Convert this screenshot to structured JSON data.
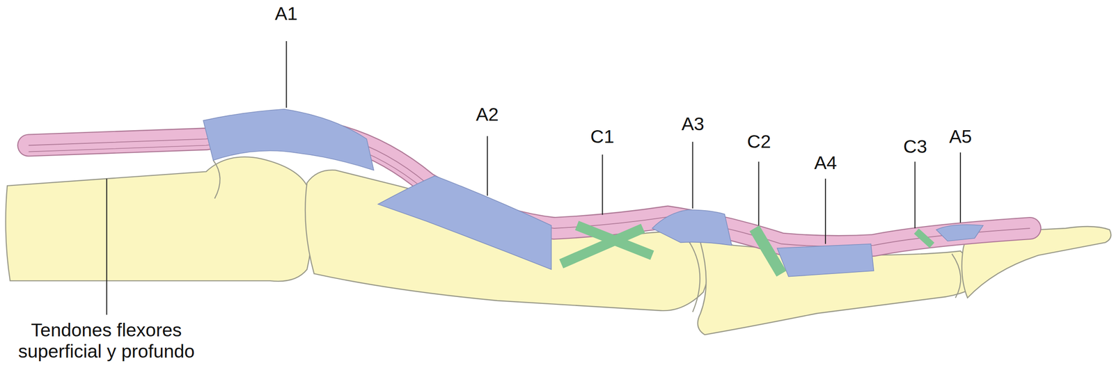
{
  "diagram": {
    "labels": [
      "A1",
      "A2",
      "C1",
      "A3",
      "C2",
      "A4",
      "C3",
      "A5",
      "Tendones flexores superficial y profundo"
    ]
  }
}
